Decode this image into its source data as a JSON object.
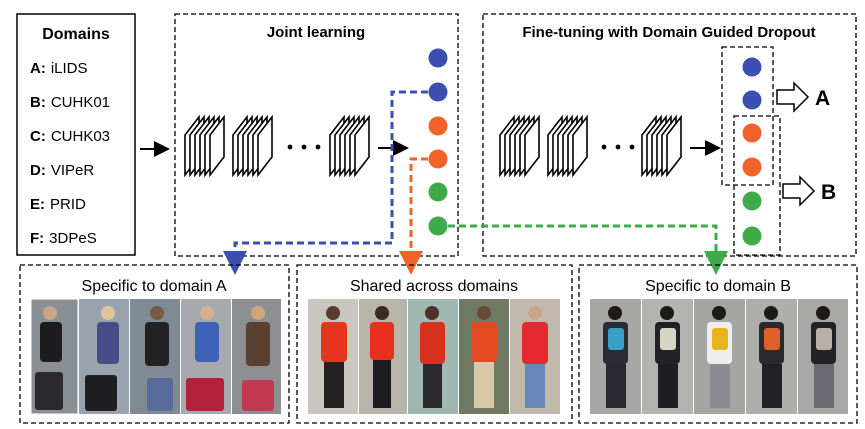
{
  "domains_panel": {
    "title": "Domains",
    "items": [
      {
        "key": "A:",
        "name": "iLIDS"
      },
      {
        "key": "B:",
        "name": "CUHK01"
      },
      {
        "key": "C:",
        "name": "CUHK03"
      },
      {
        "key": "D:",
        "name": "VIPeR"
      },
      {
        "key": "E:",
        "name": "PRID"
      },
      {
        "key": "F:",
        "name": "3DPeS"
      }
    ]
  },
  "joint_panel": {
    "title": "Joint learning"
  },
  "finetune_panel": {
    "title": "Fine-tuning with Domain Guided Dropout",
    "output_a": "A",
    "output_b": "B"
  },
  "bottom_panels": [
    {
      "title": "Specific to domain A"
    },
    {
      "title": "Shared across domains"
    },
    {
      "title": "Specific to domain B"
    }
  ],
  "colors": {
    "blue": "#3a4fb0",
    "orange": "#f0642a",
    "green": "#3eaa49",
    "dash_blue": "#3a4fb0",
    "dash_orange": "#f0642a",
    "dash_green": "#3eaa49"
  }
}
